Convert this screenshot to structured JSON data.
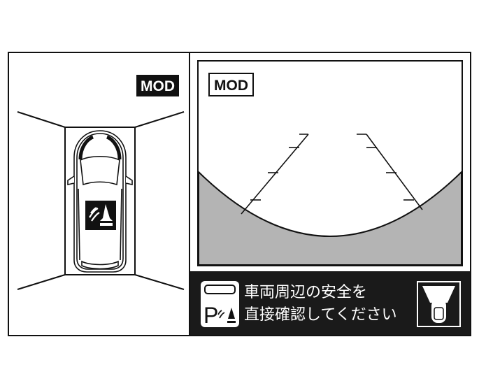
{
  "left_view": {
    "mode_badge": "MOD",
    "sensor_icon": "parking-sensor-icon"
  },
  "camera_view": {
    "mode_badge": "MOD"
  },
  "warning_bar": {
    "line1": "車両周辺の安全を",
    "line2": "直接確認してください",
    "parking_icon_letter": "P",
    "view_icon": "rear-view-car-icon"
  },
  "colors": {
    "panel_background": "#1a1a1a",
    "ground_fill": "#b4b4b4",
    "line": "#111111"
  }
}
